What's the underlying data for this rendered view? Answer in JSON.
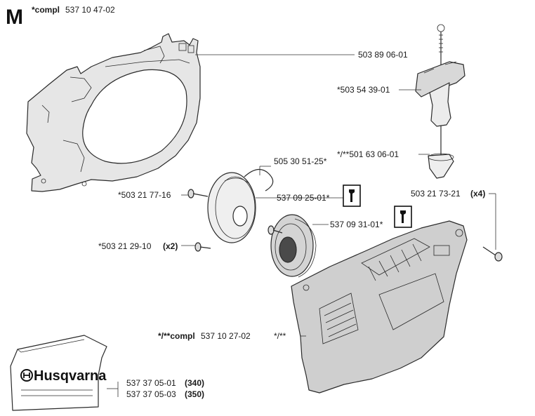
{
  "section": {
    "letter": "M",
    "compl_prefix": "*compl",
    "compl_number": "537 10 47-02"
  },
  "brand": {
    "name": "Husqvarna"
  },
  "parts": [
    {
      "id": "cover-plate",
      "number": "503 89 06-01"
    },
    {
      "id": "handle",
      "number": "*503 54 39-01"
    },
    {
      "id": "handle-guide",
      "number": "*/**501 63 06-01"
    },
    {
      "id": "rope",
      "number": "505 30 51-25*"
    },
    {
      "id": "screw-pulley",
      "number": "*503 21 77-16"
    },
    {
      "id": "pulley",
      "number": "537 09 25-01*"
    },
    {
      "id": "screw-cover",
      "number": "503 21 73-21",
      "qty": "(x4)"
    },
    {
      "id": "spring-cassette",
      "number": "537 09 31-01*"
    },
    {
      "id": "screw-small",
      "number": "*503 21 29-10",
      "qty": "(x2)"
    },
    {
      "id": "starter-housing",
      "prefix": "*/**compl",
      "number": "537 10 27-02"
    },
    {
      "id": "housing-marker",
      "number": "*/**"
    },
    {
      "id": "decal-340",
      "number": "537 37 05-01",
      "qty": "(340)"
    },
    {
      "id": "decal-350",
      "number": "537 37 05-03",
      "qty": "(350)"
    }
  ],
  "icons": {
    "tool": "wrench-icon"
  }
}
